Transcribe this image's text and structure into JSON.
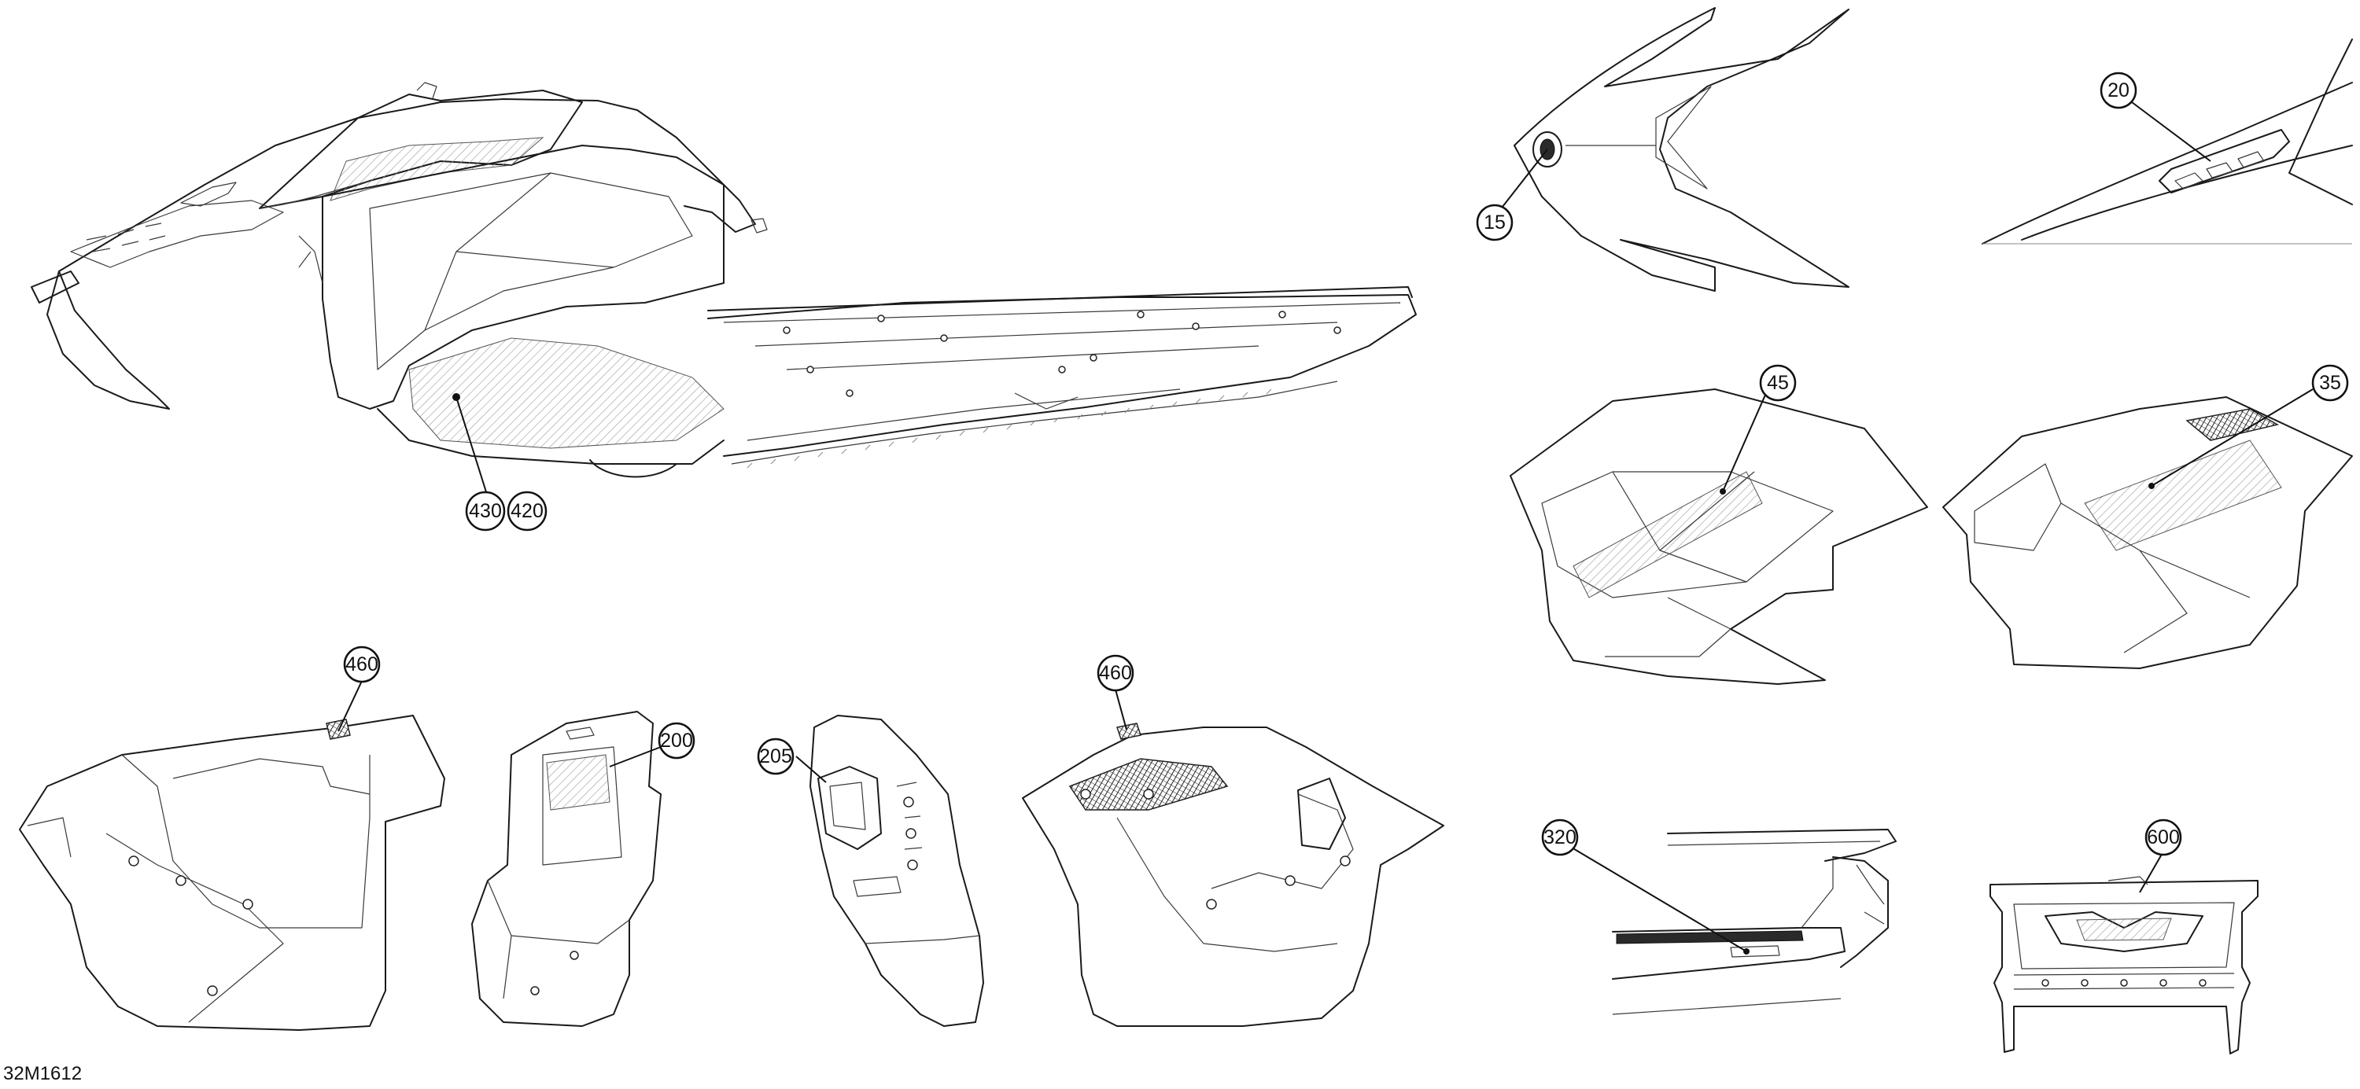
{
  "drawing_code": "32M1612",
  "callouts": [
    {
      "id": "callout-430",
      "label": "430"
    },
    {
      "id": "callout-420",
      "label": "420"
    },
    {
      "id": "callout-15",
      "label": "15"
    },
    {
      "id": "callout-20",
      "label": "20"
    },
    {
      "id": "callout-45",
      "label": "45"
    },
    {
      "id": "callout-35",
      "label": "35"
    },
    {
      "id": "callout-460-left",
      "label": "460"
    },
    {
      "id": "callout-200",
      "label": "200"
    },
    {
      "id": "callout-205",
      "label": "205"
    },
    {
      "id": "callout-460-right",
      "label": "460"
    },
    {
      "id": "callout-320",
      "label": "320"
    },
    {
      "id": "callout-600",
      "label": "600"
    }
  ]
}
